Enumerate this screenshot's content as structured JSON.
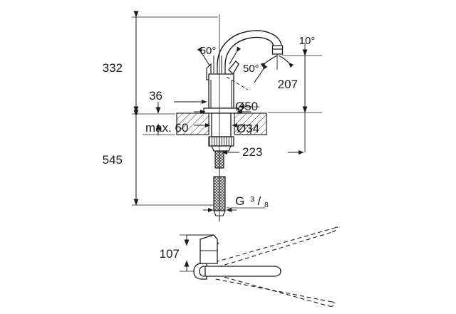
{
  "drawing": {
    "title": "Kitchen mixer tap dimensional drawing",
    "units": "mm",
    "line_color": "#1a1a1a",
    "background": "#ffffff"
  },
  "dimensions": {
    "total_height_above_counter": "332",
    "height_below_counter": "545",
    "spout_outlet_height": "207",
    "spout_reach": "223",
    "handle_clearance_rear": "36",
    "base_diameter": "Ø50",
    "shank_diameter": "Ø34",
    "max_counter_thickness": "max. 60",
    "handle_height_top_view": "107",
    "thread_label_prefix": "G",
    "thread_numerator": "3",
    "thread_denominator": "8"
  },
  "angles": {
    "handle_swing_left": "50°",
    "handle_swing_right": "50°",
    "spout_tilt": "10°"
  },
  "views": {
    "front_view": "front-elevation",
    "top_view": "top-plan-swivel-range"
  }
}
